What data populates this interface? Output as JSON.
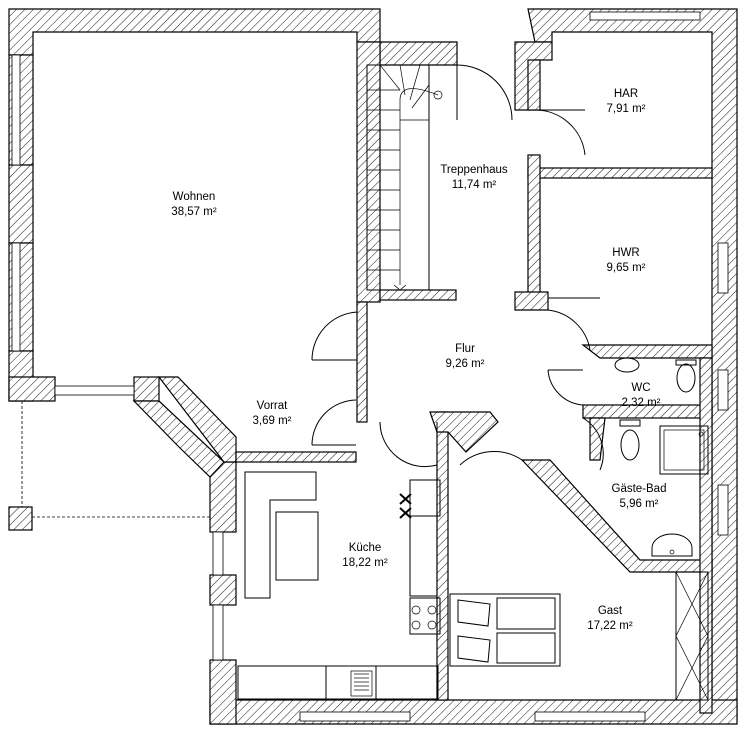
{
  "rooms": {
    "wohnen": {
      "name": "Wohnen",
      "area": "38,57 m²"
    },
    "treppenhaus": {
      "name": "Treppenhaus",
      "area": "11,74 m²"
    },
    "har": {
      "name": "HAR",
      "area": "7,91 m²"
    },
    "hwr": {
      "name": "HWR",
      "area": "9,65 m²"
    },
    "flur": {
      "name": "Flur",
      "area": "9,26 m²"
    },
    "wc": {
      "name": "WC",
      "area": "2,32 m²"
    },
    "vorrat": {
      "name": "Vorrat",
      "area": "3,69 m²"
    },
    "gaeste_bad": {
      "name": "Gäste-Bad",
      "area": "5,96 m²"
    },
    "kueche": {
      "name": "Küche",
      "area": "18,22 m²"
    },
    "gast": {
      "name": "Gast",
      "area": "17,22 m²"
    }
  },
  "colors": {
    "wall_hatch": "#000000",
    "background": "#ffffff"
  }
}
